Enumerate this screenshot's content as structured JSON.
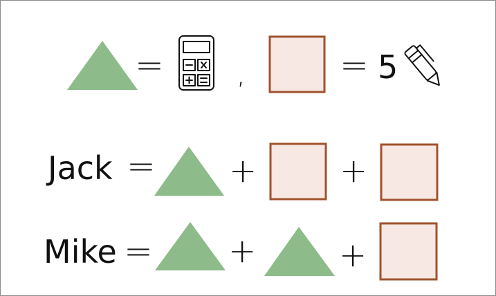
{
  "row1": {
    "num": "5",
    "comma": ","
  },
  "row2": {
    "name": "Jack"
  },
  "row3": {
    "name": "Mike"
  },
  "symbols": {
    "equals": "=",
    "plus": "+"
  },
  "icons": {
    "calculator": "calculator-icon",
    "pen": "pen-icon"
  },
  "colors": {
    "triangle": "#8dbb8a",
    "square_fill": "#f7e8e3",
    "square_border": "#a0522d"
  }
}
